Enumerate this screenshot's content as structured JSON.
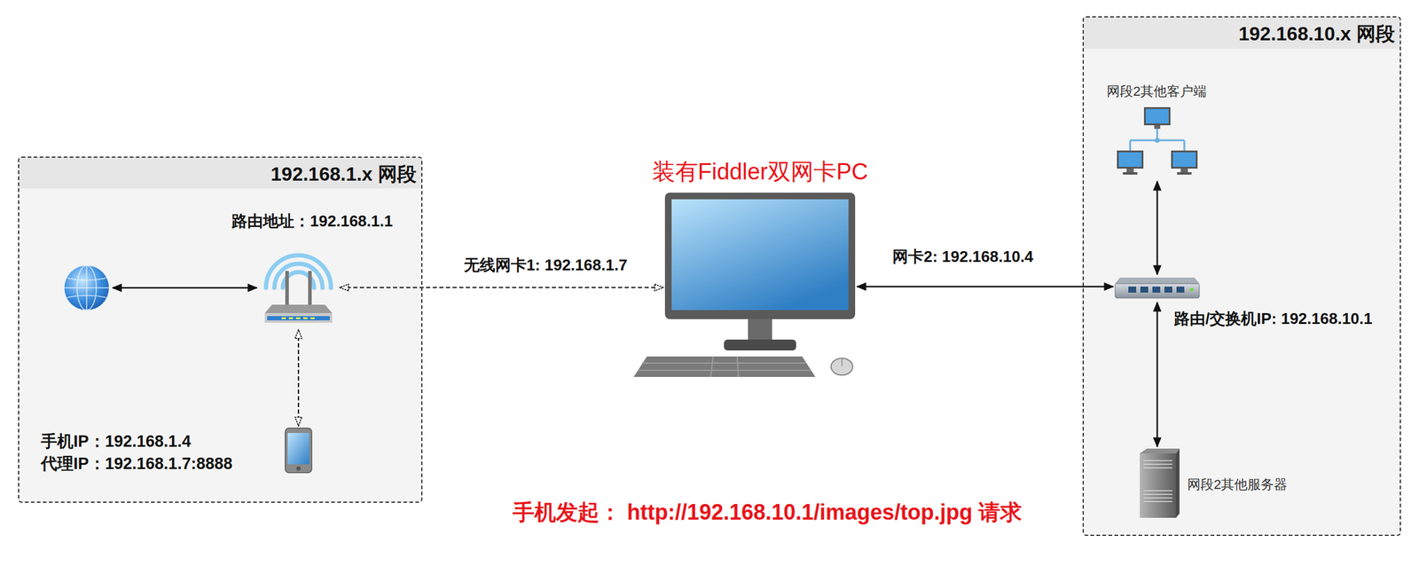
{
  "diagram": {
    "caption": "手机发起： http://192.168.10.1/images/top.jpg 请求",
    "nodes": [
      {
        "text": [
          "192.168.1.x 网段"
        ]
      },
      {
        "text": [],
        "in": 0
      },
      {
        "text": [
          "路由地址：192.168.1.1"
        ],
        "in": 0
      },
      {
        "text": [
          "手机IP：192.168.1.4",
          "代理IP：192.168.1.7:8888"
        ],
        "in": 0
      },
      {
        "text": [
          "装有Fiddler双网卡PC"
        ]
      },
      {
        "text": [
          "192.168.10.x 网段"
        ]
      },
      {
        "text": [
          "网段2其他客户端"
        ],
        "in": 5
      },
      {
        "text": [
          "路由/交换机IP: 192.168.10.1"
        ],
        "in": 5
      },
      {
        "text": [
          "网段2其他服务器"
        ],
        "in": 5
      }
    ],
    "edges": [
      {
        "from": 1,
        "to": 2,
        "arrow": "both"
      },
      {
        "from": 2,
        "to": 4,
        "arrow": "both",
        "label": "无线网卡1: 192.168.1.7"
      },
      {
        "from": 2,
        "to": 3,
        "arrow": "both"
      },
      {
        "from": 4,
        "to": 7,
        "arrow": "both",
        "label": "网卡2: 192.168.10.4"
      },
      {
        "from": 7,
        "to": 6,
        "arrow": "both"
      },
      {
        "from": 7,
        "to": 8,
        "arrow": "both"
      }
    ]
  }
}
